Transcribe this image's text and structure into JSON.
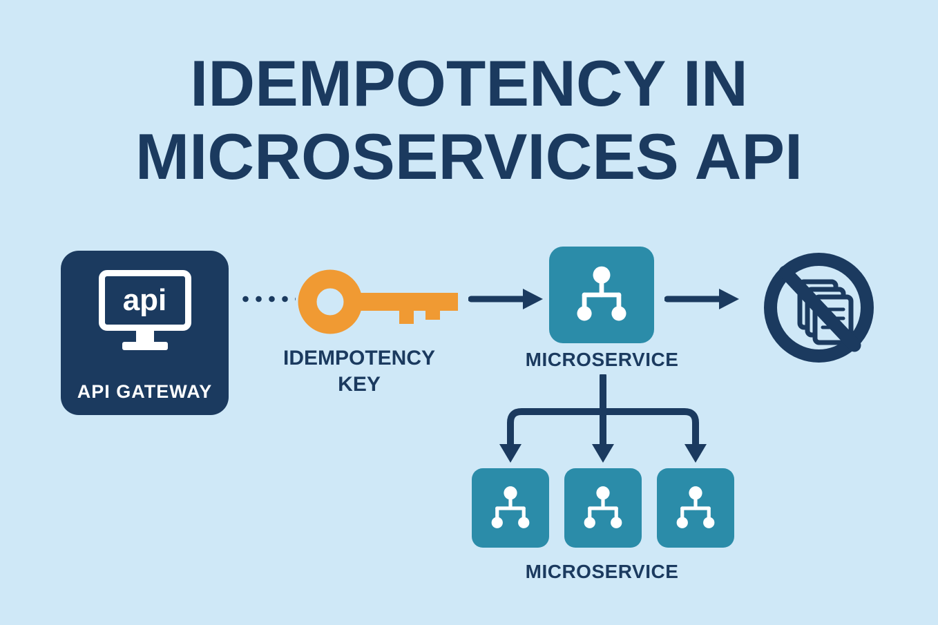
{
  "title": {
    "line1": "IDEMPOTENCY IN",
    "line2": "MICROSERVICES API"
  },
  "nodes": {
    "api_gateway": {
      "label": "API GATEWAY",
      "icon_text": "api",
      "icon": "monitor-api-icon"
    },
    "idempotency_key": {
      "label_line1": "IDEMPOTENCY",
      "label_line2": "KEY",
      "icon": "key-icon"
    },
    "microservice_top": {
      "label": "MICROSERVICE",
      "icon": "network-nodes-icon"
    },
    "microservice_bottom": {
      "label": "MICROSERVICE",
      "count": 3,
      "icon": "network-nodes-icon"
    },
    "no_duplicate": {
      "icon": "no-duplicate-documents-icon"
    }
  },
  "connectors": {
    "gateway_to_key": "dotted-line",
    "key_to_microservice": "arrow-right",
    "microservice_to_no_duplicate": "arrow-right",
    "microservice_fanout": "three-arrows-down"
  },
  "colors": {
    "bg": "#cfe8f7",
    "navy": "#1b3a5f",
    "teal": "#2b8ca9",
    "orange": "#f09a33",
    "white": "#ffffff"
  }
}
